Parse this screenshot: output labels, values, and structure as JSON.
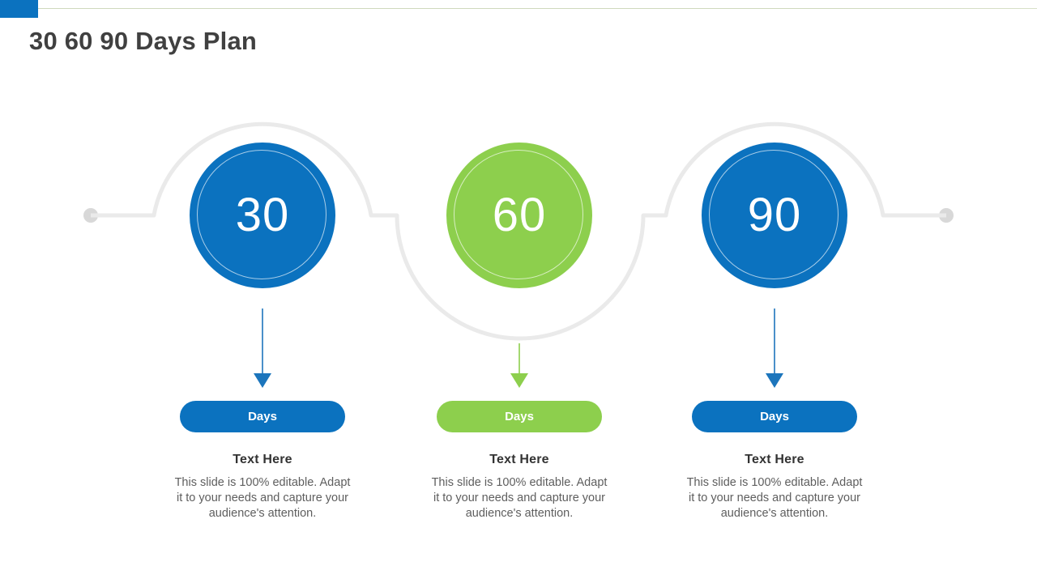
{
  "slide": {
    "title": "30 60 90 Days Plan",
    "accent_blue": "#0B72BF",
    "accent_green": "#8DCF4D",
    "title_color": "#404040",
    "connector_color": "#EAEAEA",
    "endpoint_dot_color": "#D6D6D6"
  },
  "steps": [
    {
      "number": "30",
      "circle_color": "#0B72BF",
      "pill_label": "Days",
      "pill_color": "#0B72BF",
      "arrow_color": "#0B72BF",
      "heading": "Text Here",
      "body": "This slide is 100% editable. Adapt it to your needs and capture your audience's attention."
    },
    {
      "number": "60",
      "circle_color": "#8DCF4D",
      "pill_label": "Days",
      "pill_color": "#8DCF4D",
      "arrow_color": "#8DCF4D",
      "heading": "Text Here",
      "body": "This slide is 100% editable. Adapt it to your needs and capture your audience's attention."
    },
    {
      "number": "90",
      "circle_color": "#0B72BF",
      "pill_label": "Days",
      "pill_color": "#0B72BF",
      "arrow_color": "#0B72BF",
      "heading": "Text Here",
      "body": "This slide is 100% editable. Adapt it to your needs and capture your audience's attention."
    }
  ]
}
